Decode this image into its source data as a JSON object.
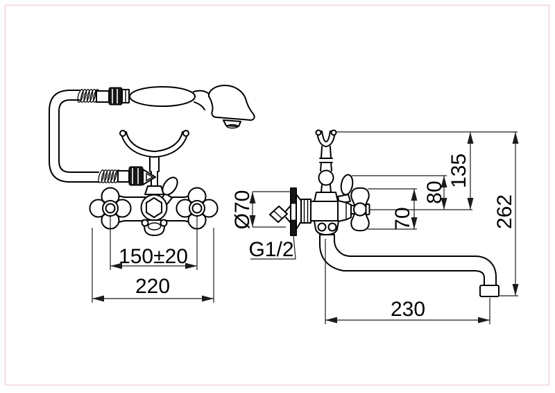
{
  "page": {
    "background": "#ffffff",
    "frame_color": "#f2d6d6",
    "line_color": "#000000"
  },
  "figure": {
    "front_view": {
      "dims": {
        "handle_center_distance": "150±20",
        "overall_width": "220"
      }
    },
    "side_view": {
      "dims": {
        "handle_diameter": "70",
        "lever_height": "80",
        "holder_height": "135",
        "overall_height": "262",
        "spout_reach": "230",
        "escutcheon_diameter": "Ø70",
        "connection_thread": "G1/2"
      }
    }
  }
}
